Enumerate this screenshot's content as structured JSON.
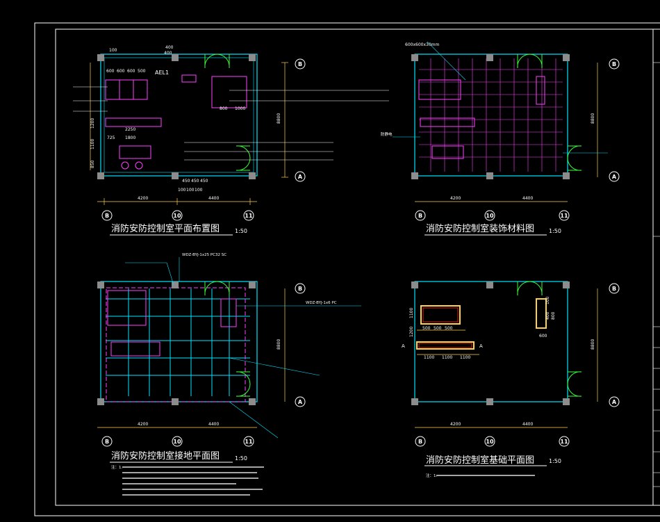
{
  "drawing": {
    "colors": {
      "background": "#000000",
      "border": "#ffffff",
      "wall": "#00e5ff",
      "dimension": "#ffd24a",
      "furniture": "#ff40ff",
      "door": "#39ff39",
      "leader": "#00e5ff",
      "highlight": "#ff2a2a",
      "column": "#8c8c8c"
    },
    "plans": [
      {
        "title": "消防安防控制室平面布置图",
        "scale": "1:50",
        "axes_bottom": [
          "B",
          "10",
          "11"
        ],
        "axes_right": [
          "B",
          "A"
        ],
        "dims_bottom": [
          "4200",
          "4400"
        ],
        "dim_right": "8800",
        "inner_dims": [
          "600",
          "600",
          "600",
          "500",
          "2250",
          "1800",
          "725",
          "800",
          "1000",
          "450",
          "450",
          "450",
          "100",
          "100",
          "100",
          "400",
          "1200",
          "1100",
          "850",
          "100",
          "400"
        ],
        "callouts": [
          "AEL1"
        ]
      },
      {
        "title": "消防安防控制室装饰材料图",
        "scale": "1:50",
        "axes_bottom": [
          "B",
          "10",
          "11"
        ],
        "axes_right": [
          "B",
          "A"
        ],
        "dims_bottom": [
          "4200",
          "4400"
        ],
        "dim_right": "8800",
        "top_note": "600x600x30mm",
        "side_note": "防静电"
      },
      {
        "title": "消防安防控制室接地平面图",
        "scale": "1:50",
        "axes_bottom": [
          "B",
          "10",
          "11"
        ],
        "axes_right": [
          "B",
          "A"
        ],
        "dims_bottom": [
          "4200",
          "4400"
        ],
        "dim_right": "8800",
        "callouts": [
          "WDZ-BYJ-1x25 PC32 SC",
          "WDZ-BYJ-1x6 PC"
        ],
        "note_head": "注：1."
      },
      {
        "title": "消防安防控制室基础平面图",
        "scale": "1:50",
        "axes_bottom": [
          "B",
          "10",
          "11"
        ],
        "axes_right": [
          "B",
          "A"
        ],
        "dims_bottom": [
          "4200",
          "4400"
        ],
        "dim_right": "8800",
        "inner_dims": [
          "500",
          "500",
          "500",
          "600",
          "1100",
          "1100",
          "1100",
          "100",
          "400",
          "800",
          "1100",
          "1200"
        ],
        "marks": [
          "A",
          "A"
        ],
        "note_head": "注：1."
      }
    ]
  }
}
